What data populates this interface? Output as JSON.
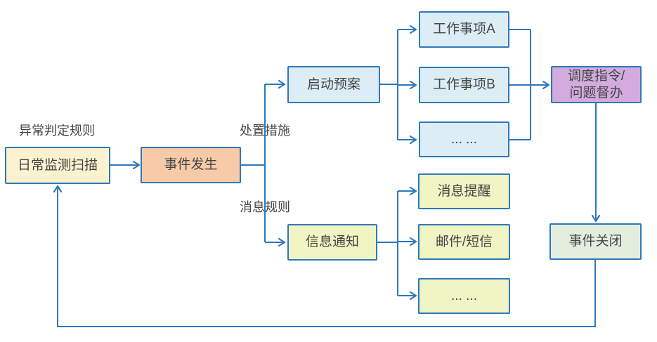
{
  "colors": {
    "line": "#2E78BC",
    "text": "#454545",
    "cream": "#FBF2D0",
    "salmon": "#F7CBA9",
    "blue_light": "#DCEDF6",
    "green_yellow": "#F0F5C3",
    "purple": "#D3ABDE",
    "green_pale": "#E4EEDE"
  },
  "annotations": {
    "rule_label": "异常判定规则",
    "measures_label": "处置措施",
    "message_rule_label": "消息规则"
  },
  "nodes": {
    "daily_scan": "日常监测扫描",
    "event_occur": "事件发生",
    "start_plan": "启动预案",
    "info_notify": "信息通知",
    "work_item_a": "工作事项A",
    "work_item_b": "工作事项B",
    "work_item_more": "... ...",
    "msg_remind": "消息提醒",
    "mail_sms": "邮件/短信",
    "msg_more": "... ...",
    "dispatch_line1": "调度指令/",
    "dispatch_line2": "问题督办",
    "event_close": "事件关闭"
  }
}
